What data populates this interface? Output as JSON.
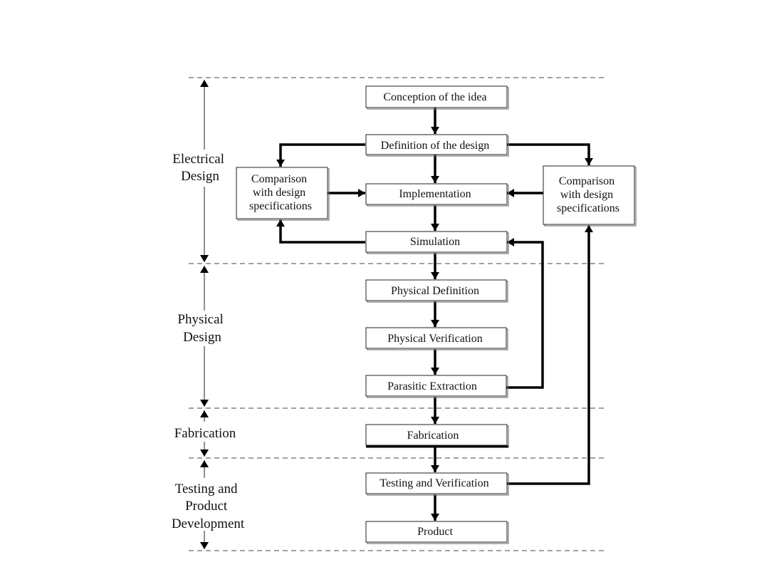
{
  "diagram": {
    "title": "",
    "phases": [
      {
        "id": "electrical",
        "lines": [
          "Electrical",
          "Design"
        ]
      },
      {
        "id": "physical",
        "lines": [
          "Physical",
          "Design"
        ]
      },
      {
        "id": "fabrication",
        "lines": [
          "Fabrication"
        ]
      },
      {
        "id": "testing",
        "lines": [
          "Testing and",
          "Product",
          "Development"
        ]
      }
    ],
    "steps": [
      {
        "id": "conception",
        "label": "Conception of the idea"
      },
      {
        "id": "definition",
        "label": "Definition of the design"
      },
      {
        "id": "implementation",
        "label": "Implementation"
      },
      {
        "id": "simulation",
        "label": "Simulation"
      },
      {
        "id": "physical-definition",
        "label": "Physical Definition"
      },
      {
        "id": "physical-verification",
        "label": "Physical Verification"
      },
      {
        "id": "parasitic-extraction",
        "label": "Parasitic Extraction"
      },
      {
        "id": "fabrication",
        "label": "Fabrication"
      },
      {
        "id": "testing-verification",
        "label": "Testing and Verification"
      },
      {
        "id": "product",
        "label": "Product"
      }
    ],
    "comparison_boxes": [
      {
        "id": "comparison-left",
        "lines": [
          "Comparison",
          "with design",
          "specifications"
        ]
      },
      {
        "id": "comparison-right",
        "lines": [
          "Comparison",
          "with design",
          "specifications"
        ]
      }
    ],
    "edges": [
      {
        "from": "conception",
        "to": "definition"
      },
      {
        "from": "definition",
        "to": "implementation"
      },
      {
        "from": "definition",
        "to": "comparison-left"
      },
      {
        "from": "definition",
        "to": "comparison-right"
      },
      {
        "from": "comparison-left",
        "to": "implementation"
      },
      {
        "from": "comparison-right",
        "to": "implementation"
      },
      {
        "from": "implementation",
        "to": "simulation"
      },
      {
        "from": "simulation",
        "to": "comparison-left"
      },
      {
        "from": "simulation",
        "to": "physical-definition"
      },
      {
        "from": "physical-definition",
        "to": "physical-verification"
      },
      {
        "from": "physical-verification",
        "to": "parasitic-extraction"
      },
      {
        "from": "parasitic-extraction",
        "to": "simulation"
      },
      {
        "from": "parasitic-extraction",
        "to": "fabrication"
      },
      {
        "from": "fabrication",
        "to": "testing-verification"
      },
      {
        "from": "testing-verification",
        "to": "comparison-right"
      },
      {
        "from": "testing-verification",
        "to": "product"
      }
    ]
  }
}
